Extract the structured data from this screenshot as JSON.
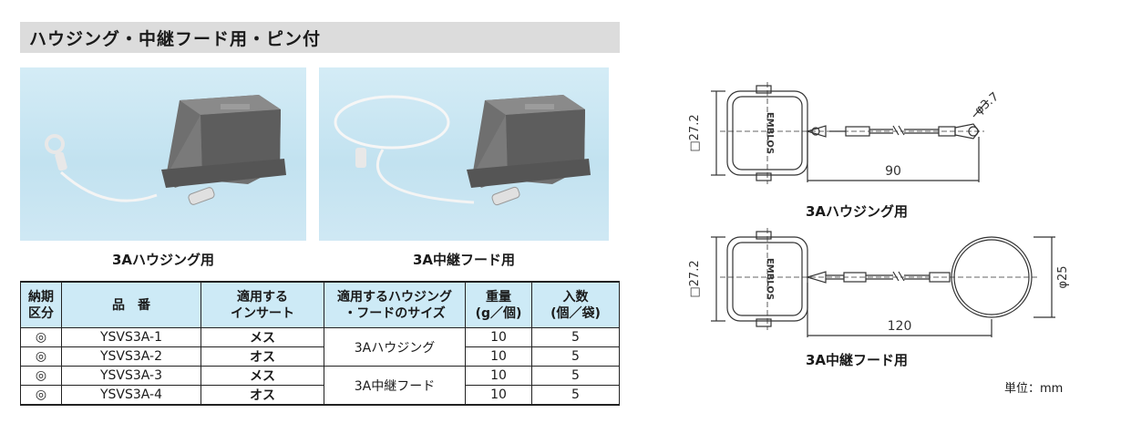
{
  "title": "ハウジング・中継フード用・ピン付",
  "photos": {
    "left_caption": "3Aハウジング用",
    "right_caption": "3A中継フード用"
  },
  "table": {
    "headers": {
      "delivery": [
        "納期",
        "区分"
      ],
      "part_no": "品　番",
      "insert": [
        "適用する",
        "インサート"
      ],
      "size": [
        "適用するハウジング",
        "・フードのサイズ"
      ],
      "weight": [
        "重量",
        "(g／個)"
      ],
      "qty": [
        "入数",
        "(個／袋)"
      ]
    },
    "rows": [
      {
        "delivery": "◎",
        "part_no": "YSVS3A-1",
        "insert": "メス",
        "weight": "10",
        "qty": "5"
      },
      {
        "delivery": "◎",
        "part_no": "YSVS3A-2",
        "insert": "オス",
        "weight": "10",
        "qty": "5"
      },
      {
        "delivery": "◎",
        "part_no": "YSVS3A-3",
        "insert": "メス",
        "weight": "10",
        "qty": "5"
      },
      {
        "delivery": "◎",
        "part_no": "YSVS3A-4",
        "insert": "オス",
        "weight": "10",
        "qty": "5"
      }
    ],
    "size_groups": [
      "3Aハウジング",
      "3A中継フード"
    ]
  },
  "drawings": {
    "top": {
      "square_dim": "□27.2",
      "hole_dim": "φ3.7",
      "length_dim": "90",
      "caption": "3Aハウジング用",
      "logo": "EMBLOS"
    },
    "bottom": {
      "square_dim": "□27.2",
      "ring_dim": "φ25",
      "length_dim": "120",
      "caption": "3A中継フード用",
      "logo": "EMBLOS"
    }
  },
  "unit": "単位：mm"
}
